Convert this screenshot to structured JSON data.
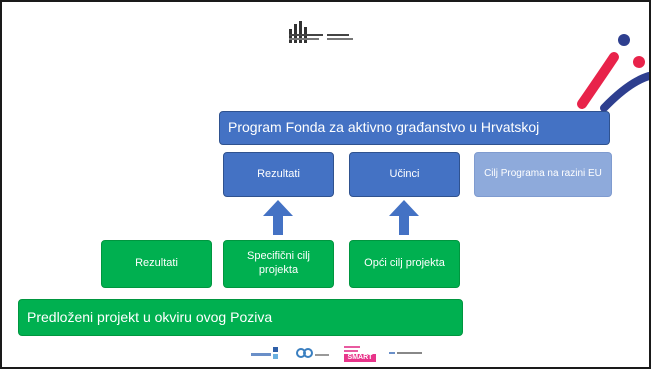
{
  "diagram": {
    "program_title": "Program Fonda za aktivno građanstvo u Hrvatskoj",
    "program_results": "Rezultati",
    "program_outputs": "Učinci",
    "program_goal_eu": "Cilj Programa na razini EU",
    "project_results": "Rezultati",
    "project_specific_goal": "Specifični cilj projekta",
    "project_general_goal": "Opći cilj projekta",
    "proposed_project": "Predloženi projekt u okviru ovog Poziva"
  },
  "footer": {
    "smart_logo_text": "SMART"
  },
  "colors": {
    "blue": "#4472c4",
    "light_blue": "#8eaadb",
    "green": "#00b050",
    "accent_red": "#e8234a",
    "accent_navy": "#2e3f8f"
  }
}
